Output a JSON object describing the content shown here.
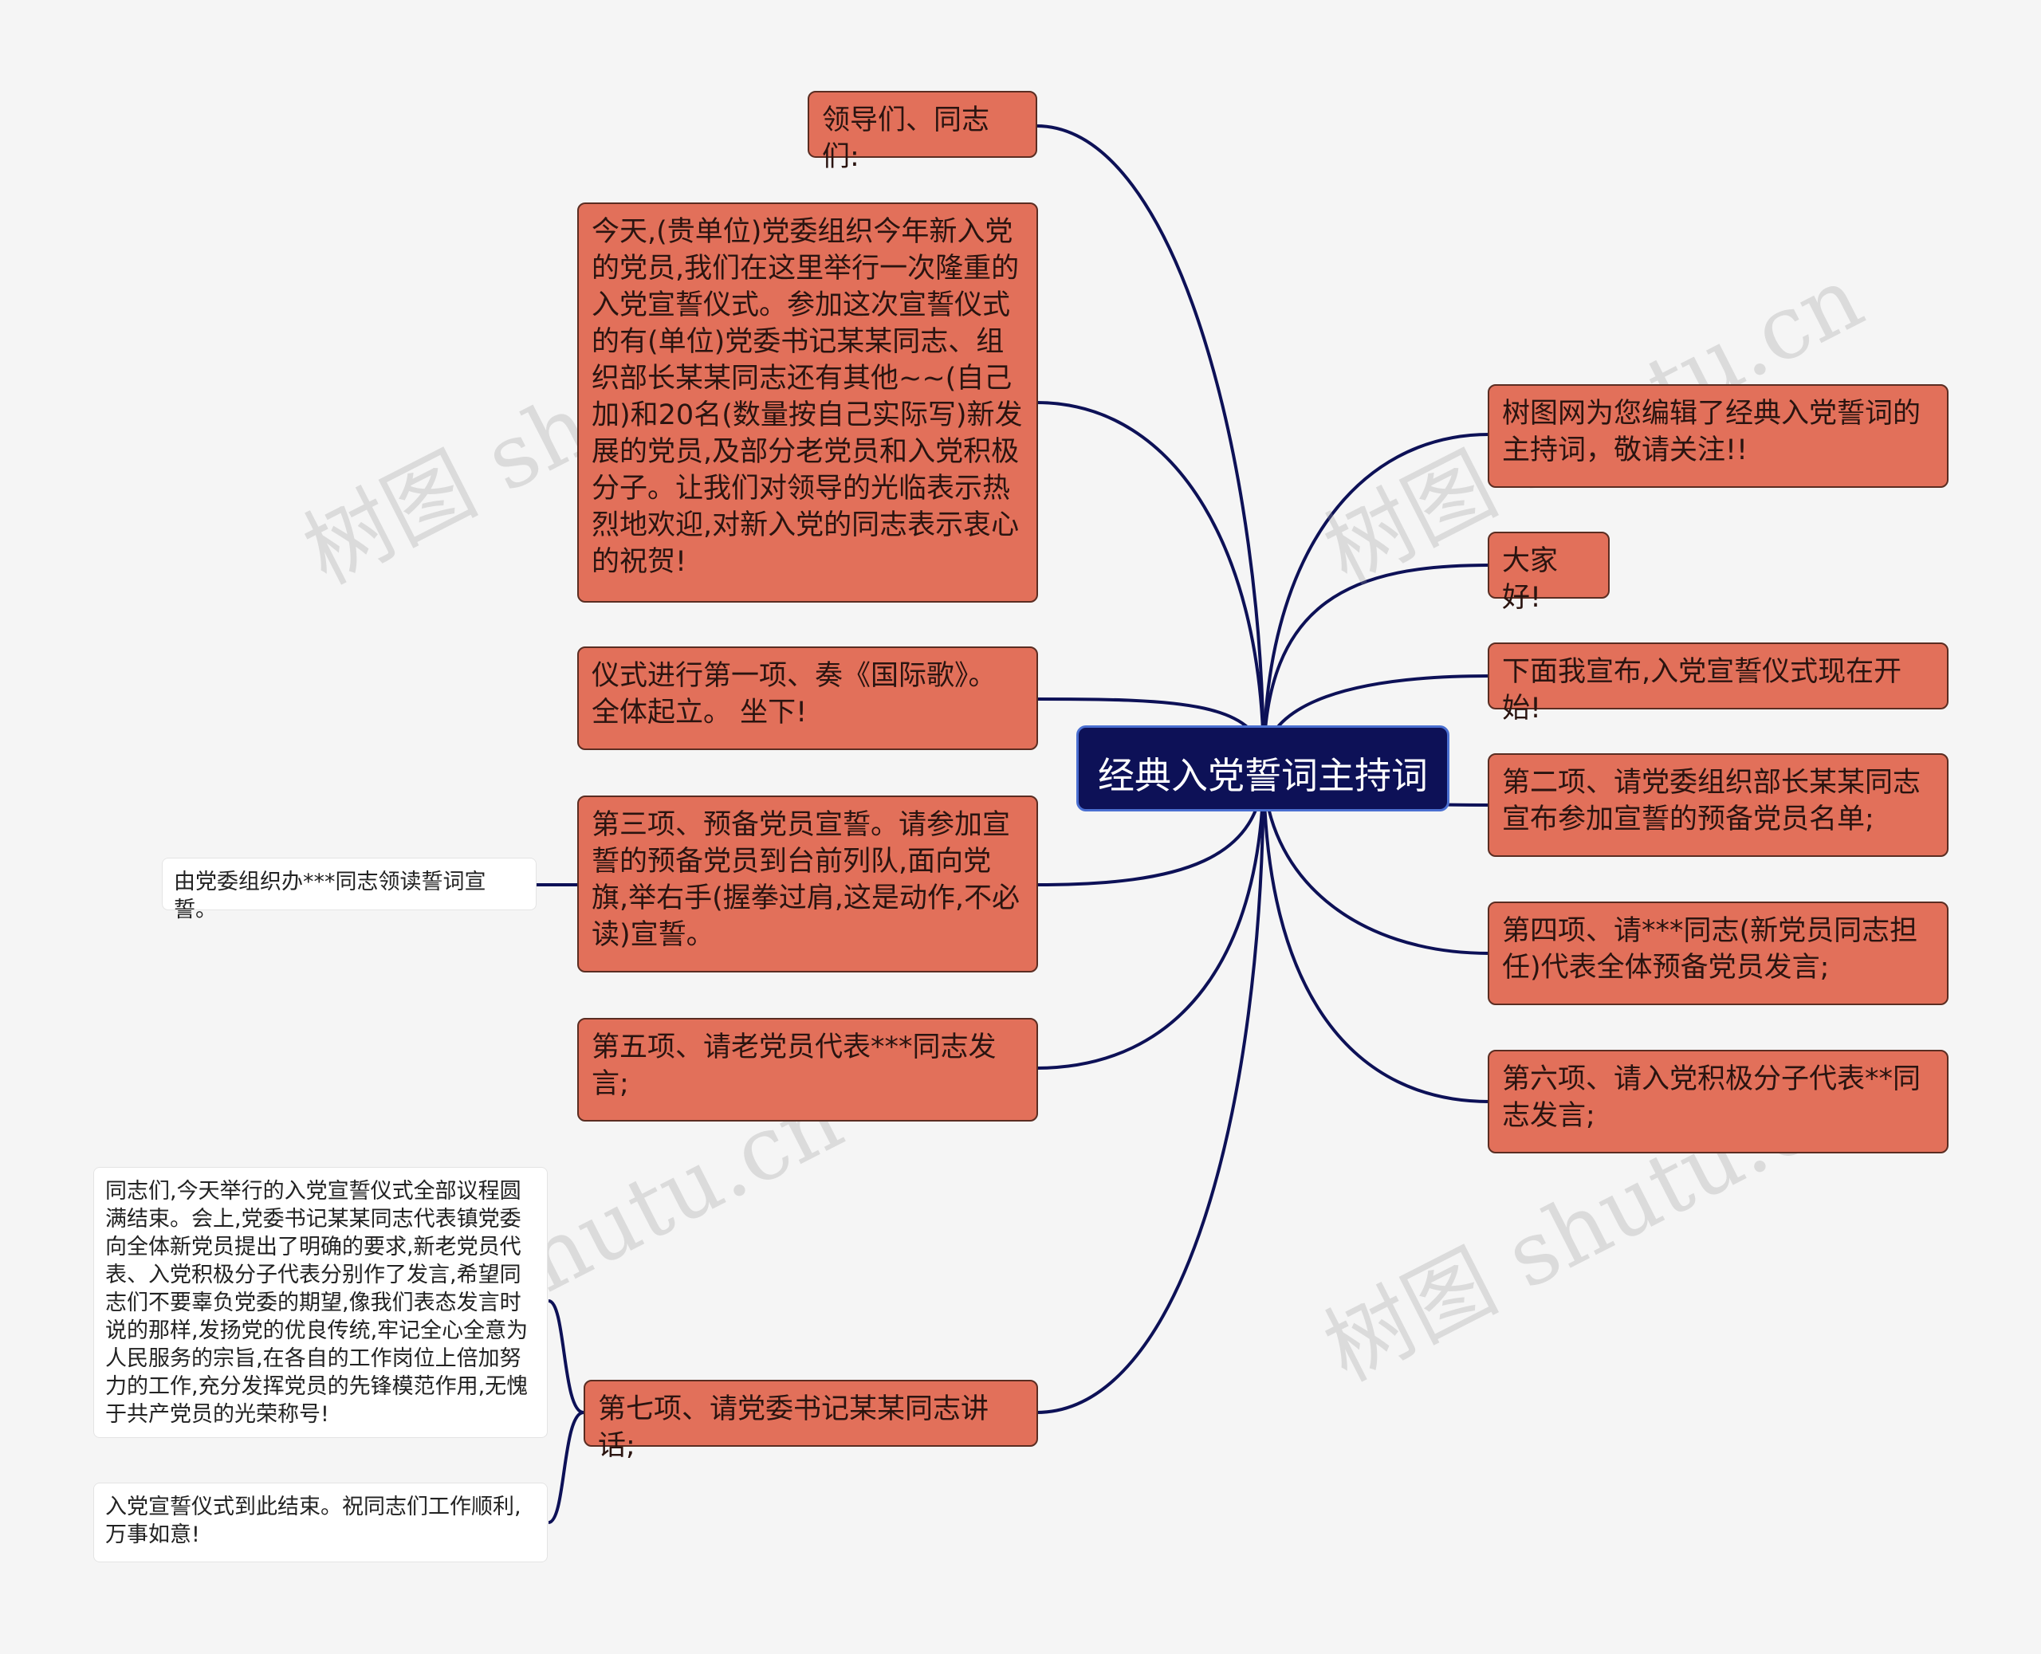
{
  "root": {
    "label": "经典入党誓词主持词"
  },
  "left_nodes": [
    {
      "id": "L1",
      "text": "领导们、同志们:"
    },
    {
      "id": "L2",
      "text": "今天,(贵单位)党委组织今年新入党的党员,我们在这里举行一次隆重的入党宣誓仪式。参加这次宣誓仪式的有(单位)党委书记某某同志、组织部长某某同志还有其他~~(自己加)和20名(数量按自己实际写)新发展的党员,及部分老党员和入党积极分子。让我们对领导的光临表示热烈地欢迎,对新入党的同志表示衷心的祝贺!"
    },
    {
      "id": "L3",
      "text": "仪式进行第一项、奏《国际歌》。全体起立。 坐下!"
    },
    {
      "id": "L4",
      "text": "第三项、预备党员宣誓。请参加宣誓的预备党员到台前列队,面向党旗,举右手(握拳过肩,这是动作,不必读)宣誓。"
    },
    {
      "id": "L5",
      "text": "第五项、请老党员代表***同志发言;"
    },
    {
      "id": "L6",
      "text": "第七项、请党委书记某某同志讲话;"
    }
  ],
  "right_nodes": [
    {
      "id": "R1",
      "text": "树图网为您编辑了经典入党誓词的主持词，敬请关注!!"
    },
    {
      "id": "R2",
      "text": "大家好!"
    },
    {
      "id": "R3",
      "text": "下面我宣布,入党宣誓仪式现在开始!"
    },
    {
      "id": "R4",
      "text": "第二项、请党委组织部长某某同志宣布参加宣誓的预备党员名单;"
    },
    {
      "id": "R5",
      "text": "第四项、请***同志(新党员同志担任)代表全体预备党员发言;"
    },
    {
      "id": "R6",
      "text": "第六项、请入党积极分子代表**同志发言;"
    }
  ],
  "sub_nodes": [
    {
      "id": "S1",
      "parent": "L4",
      "text": "由党委组织办***同志领读誓词宣誓。"
    },
    {
      "id": "S2",
      "parent": "L6",
      "text": "同志们,今天举行的入党宣誓仪式全部议程圆满结束。会上,党委书记某某同志代表镇党委向全体新党员提出了明确的要求,新老党员代表、入党积极分子代表分别作了发言,希望同志们不要辜负党委的期望,像我们表态发言时说的那样,发扬党的优良传统,牢记全心全意为人民服务的宗旨,在各自的工作岗位上倍加努力的工作,充分发挥党员的先锋模范作用,无愧于共产党员的光荣称号!"
    },
    {
      "id": "S3",
      "parent": "L6",
      "text": "入党宣誓仪式到此结束。祝同志们工作顺利,万事如意!"
    }
  ],
  "watermark": "树图 shutu.cn",
  "colors": {
    "background": "#f5f5f5",
    "root_fill": "#0d1157",
    "node_fill": "#e2705a",
    "link": "#0d1157"
  }
}
